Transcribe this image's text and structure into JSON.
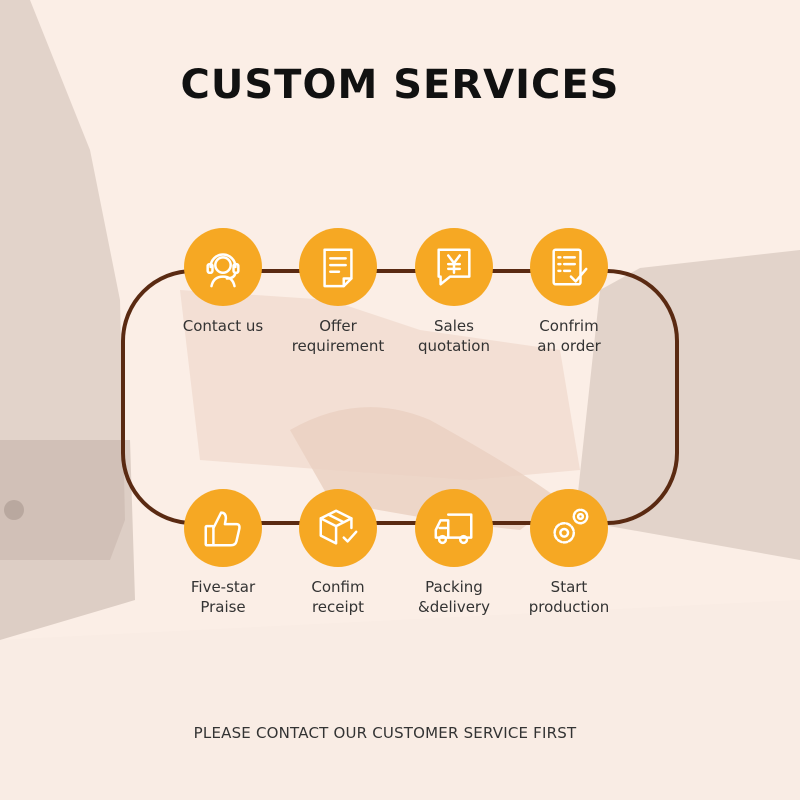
{
  "title": "CUSTOM SERVICES",
  "footer": "PLEASE CONTACT OUR CUSTOMER SERVICE FIRST",
  "colors": {
    "accent": "#f6a823",
    "line": "#5a2a12",
    "background": "#fbeee6"
  },
  "steps_top": [
    {
      "label": "Contact us",
      "icon": "headset-icon"
    },
    {
      "label": "Offer\nrequirement",
      "icon": "document-icon"
    },
    {
      "label": "Sales\nquotation",
      "icon": "yen-chat-icon"
    },
    {
      "label": "Confrim\nan order",
      "icon": "checklist-icon"
    }
  ],
  "steps_bottom": [
    {
      "label": "Five-star\nPraise",
      "icon": "thumbs-up-icon"
    },
    {
      "label": "Confim\nreceipt",
      "icon": "box-check-icon"
    },
    {
      "label": "Packing\n&delivery",
      "icon": "truck-icon"
    },
    {
      "label": "Start\nproduction",
      "icon": "gears-icon"
    }
  ]
}
